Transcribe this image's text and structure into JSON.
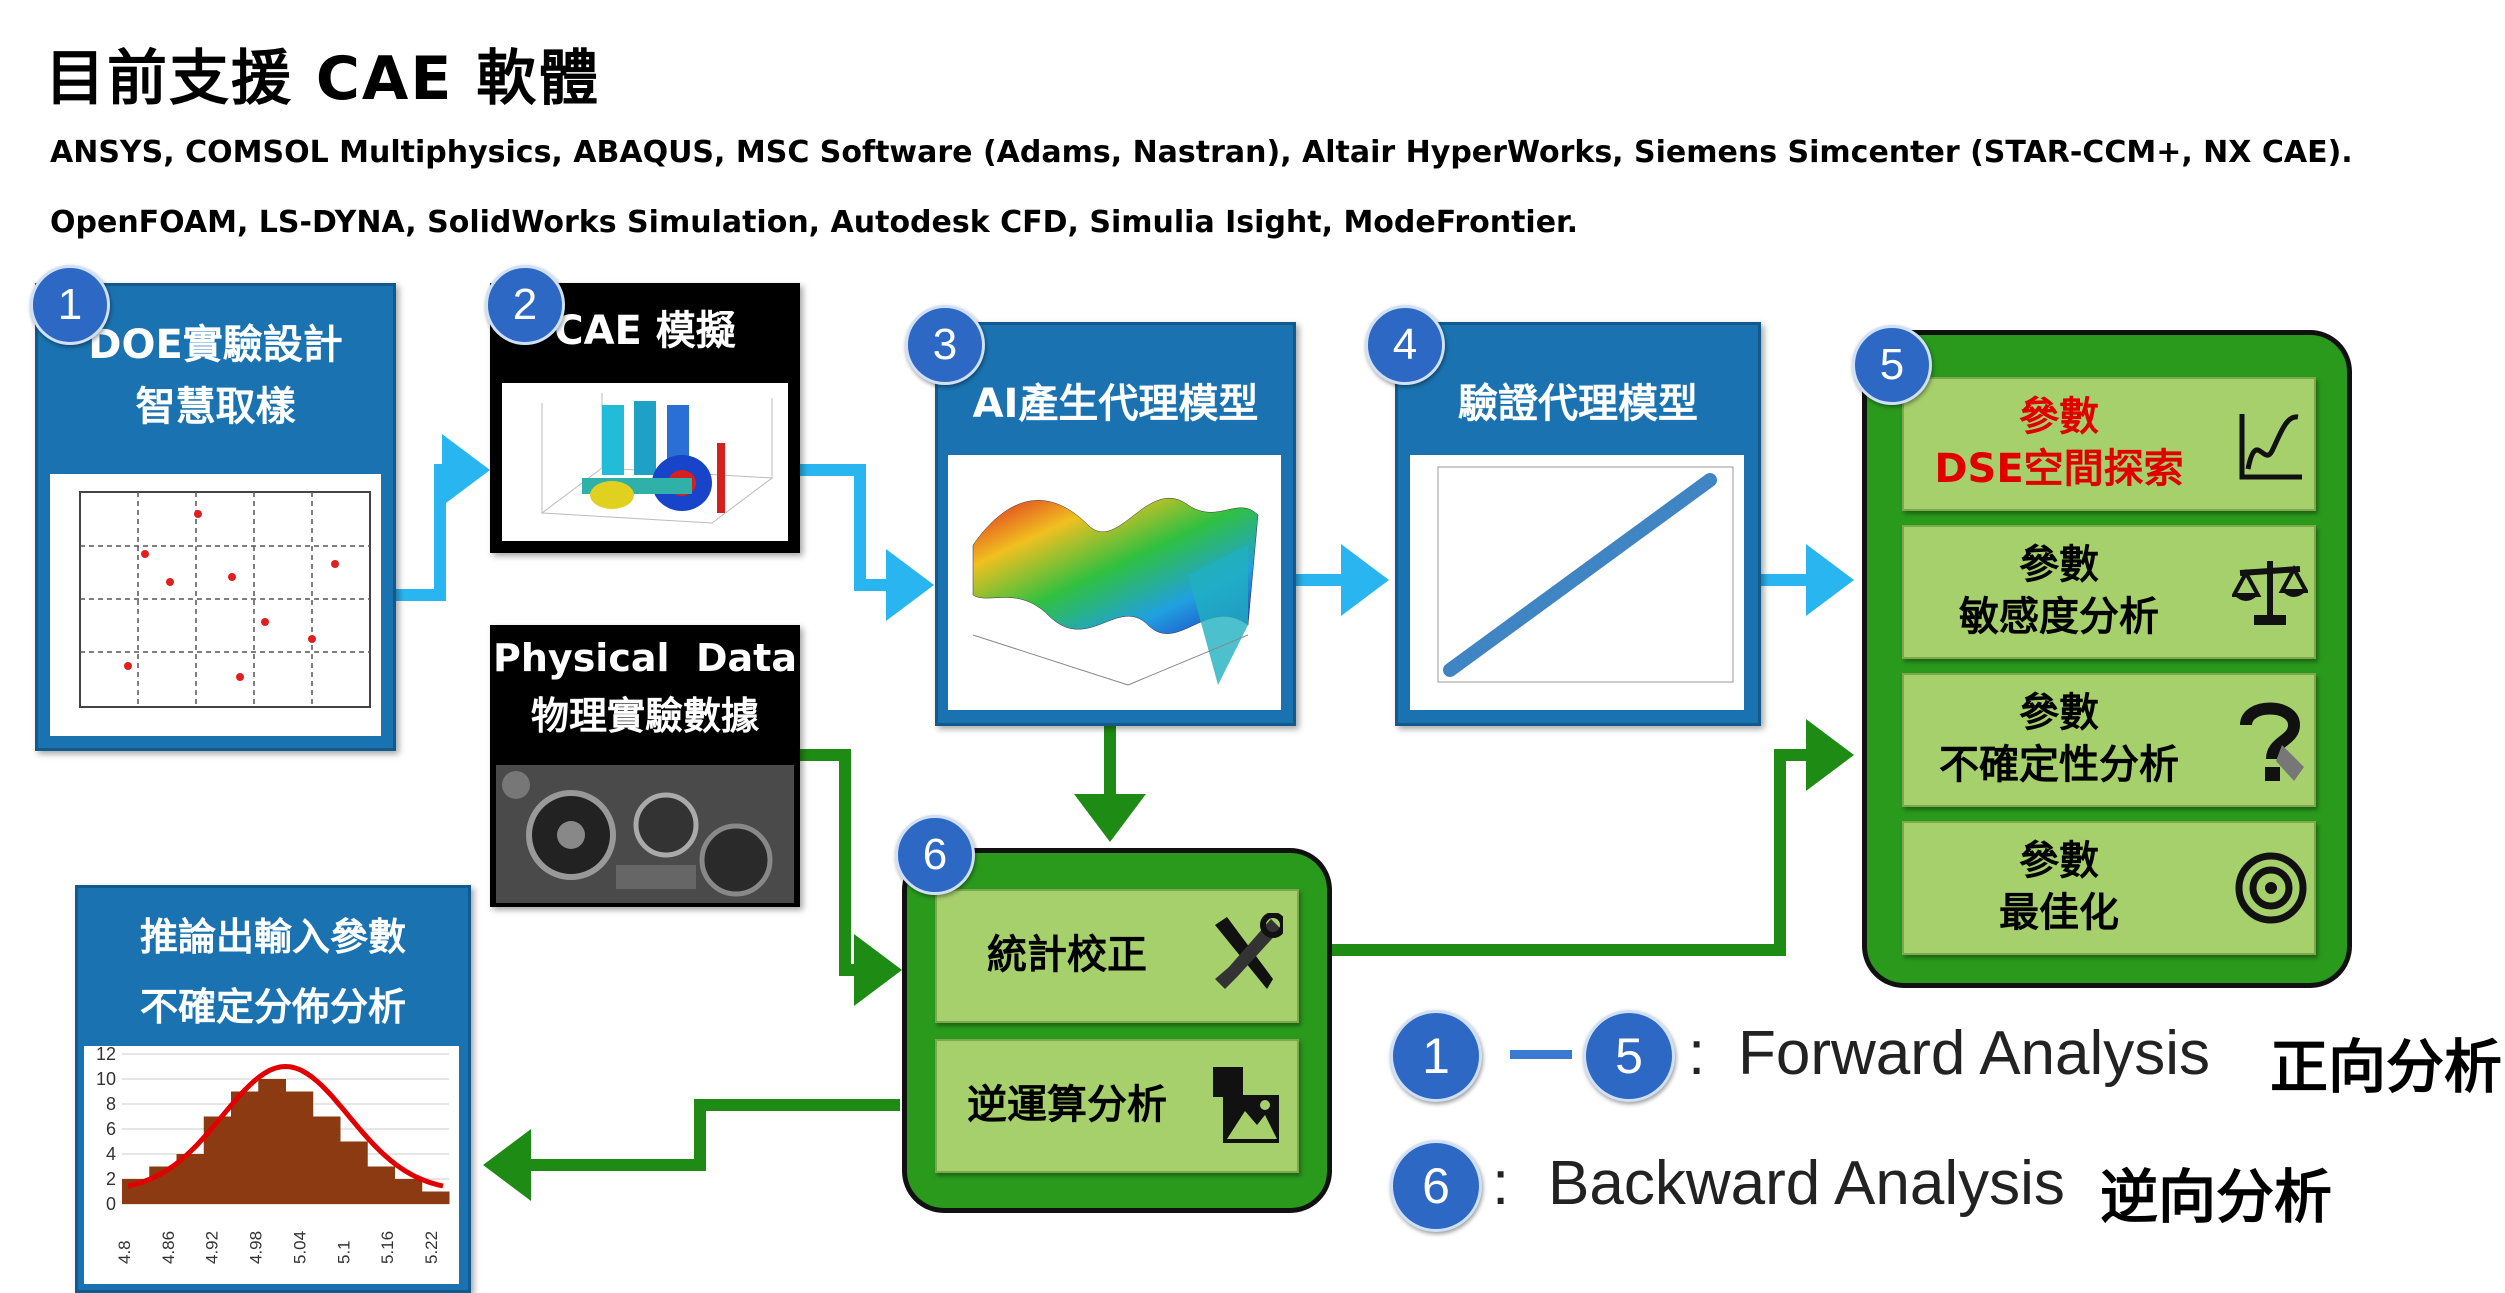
{
  "title": "目前支援 CAE 軟體",
  "software_line1": "ANSYS, COMSOL Multiphysics, ABAQUS, MSC Software (Adams, Nastran), Altair HyperWorks, Siemens Simcenter (STAR-CCM+, NX CAE).",
  "software_line2": "OpenFOAM, LS-DYNA, SolidWorks Simulation, Autodesk CFD, Simulia Isight, ModeFrontier.",
  "steps": {
    "s1": {
      "num": "1",
      "line1": "DOE實驗設計",
      "line2": "智慧取樣"
    },
    "s2": {
      "num": "2",
      "label": "CAE 模擬"
    },
    "s3": {
      "num": "3",
      "label": "AI產生代理模型"
    },
    "s4": {
      "num": "4",
      "label": "驗證代理模型"
    },
    "s5": {
      "num": "5",
      "items": [
        {
          "line1": "參數",
          "line2": "DSE空間探索",
          "icon": "line-chart-icon"
        },
        {
          "line1": "參數",
          "line2": "敏感度分析",
          "icon": "balance-scale-icon"
        },
        {
          "line1": "參數",
          "line2": "不確定性分析",
          "icon": "question-mark-icon"
        },
        {
          "line1": "參數",
          "line2": "最佳化",
          "icon": "target-icon"
        }
      ]
    },
    "s6": {
      "num": "6",
      "items": [
        {
          "label": "統計校正",
          "icon": "tools-icon"
        },
        {
          "label": "逆運算分析",
          "icon": "shapes-icon"
        }
      ]
    }
  },
  "physical": {
    "line1": "Physical  Data",
    "line2": "物理實驗數據"
  },
  "inference": {
    "line1": "推論出輸入參數",
    "line2": "不確定分佈分析"
  },
  "legend": {
    "forward_from": "1",
    "forward_to": "5",
    "forward_en": "Forward Analysis",
    "forward_zh": "正向分析",
    "backward_num": "6",
    "backward_en": "Backward Analysis",
    "backward_zh": "逆向分析"
  },
  "histogram": {
    "y_ticks": [
      "12",
      "10",
      "8",
      "6",
      "4",
      "2",
      "0"
    ],
    "x_ticks": [
      "4.8",
      "4.86",
      "4.92",
      "4.98",
      "5.04",
      "5.1",
      "5.16",
      "5.22"
    ]
  },
  "colors": {
    "blue": "#1a73b0",
    "green": "#2a9a1d",
    "lightgreen": "#a6d06b",
    "arrowblue": "#29b6f0",
    "arrowgreen": "#1e8c14",
    "red": "#e00000"
  }
}
